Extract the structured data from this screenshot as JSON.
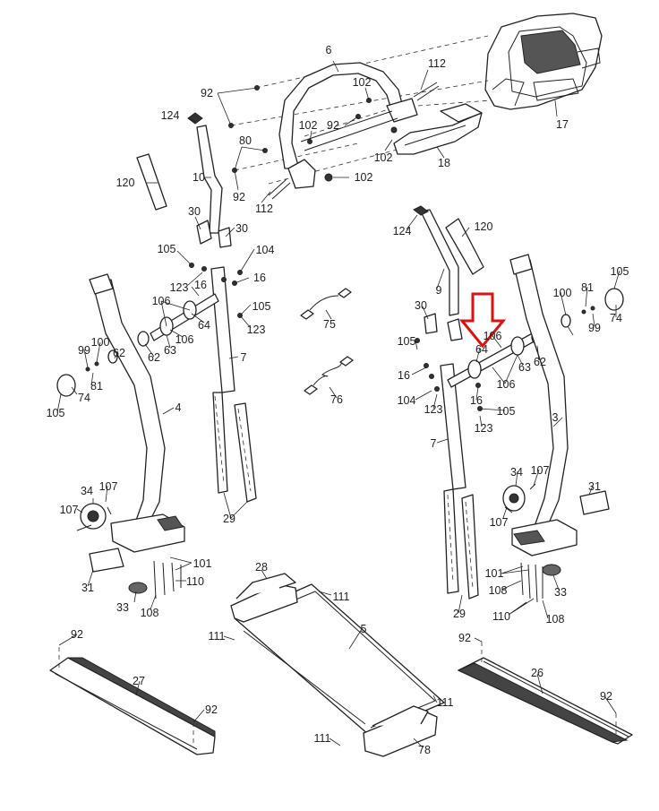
{
  "callouts": {
    "c1": "6",
    "c2": "112",
    "c3": "92",
    "c4": "102",
    "c5": "124",
    "c6": "102",
    "c7": "92",
    "c8": "17",
    "c9": "80",
    "c10": "102",
    "c11": "10",
    "c12": "120",
    "c13": "92",
    "c14": "18",
    "c15": "112",
    "c16": "102",
    "c17": "30",
    "c18": "30",
    "c19": "124",
    "c20": "120",
    "c21": "105",
    "c22": "104",
    "c23": "16",
    "c24": "16",
    "c25": "123",
    "c26": "105",
    "c27": "106",
    "c28": "64",
    "c29": "75",
    "c30": "9",
    "c31": "30",
    "c32": "106",
    "c33": "123",
    "c34": "63",
    "c35": "62",
    "c36": "99",
    "c37": "100",
    "c38": "62",
    "c39": "81",
    "c40": "74",
    "c41": "105",
    "c42": "7",
    "c43": "76",
    "c44": "4",
    "c45": "105",
    "c46": "64",
    "c47": "106",
    "c48": "63",
    "c49": "62",
    "c50": "100",
    "c51": "81",
    "c52": "99",
    "c53": "74",
    "c54": "105",
    "c55": "16",
    "c56": "104",
    "c57": "123",
    "c58": "106",
    "c59": "16",
    "c60": "105",
    "c61": "123",
    "c62": "3",
    "c63": "7",
    "c64": "34",
    "c65": "107",
    "c66": "107",
    "c67": "29",
    "c68": "34",
    "c69": "107",
    "c70": "107",
    "c71": "31",
    "c72": "101",
    "c73": "110",
    "c74": "31",
    "c75": "33",
    "c76": "108",
    "c77": "28",
    "c78": "111",
    "c79": "101",
    "c80": "108",
    "c81": "33",
    "c82": "29",
    "c83": "110",
    "c84": "108",
    "c85": "92",
    "c86": "111",
    "c87": "5",
    "c88": "92",
    "c89": "27",
    "c90": "26",
    "c91": "92",
    "c92": "92",
    "c93": "111",
    "c94": "111",
    "c95": "78"
  },
  "colors": {
    "line": "#222222",
    "highlight_arrow": "#dd1111"
  },
  "icons": {
    "highlight": "red-down-arrow-icon"
  }
}
